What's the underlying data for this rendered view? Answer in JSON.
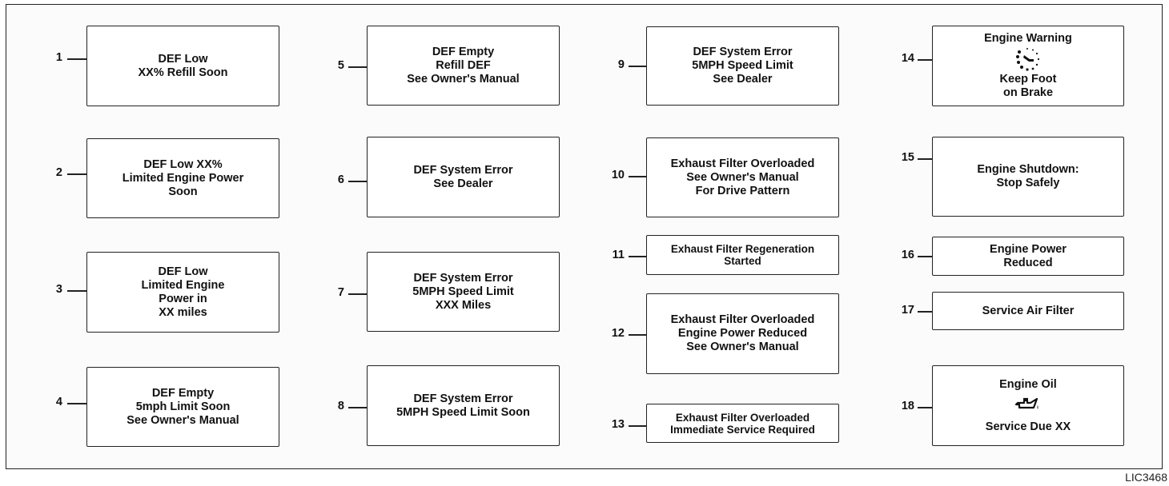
{
  "figure_code": "LIC3468",
  "messages": [
    {
      "num": "1",
      "lines": [
        "DEF Low",
        "XX% Refill Soon"
      ]
    },
    {
      "num": "2",
      "lines": [
        "DEF Low XX%",
        "Limited Engine Power",
        "Soon"
      ]
    },
    {
      "num": "3",
      "lines": [
        "DEF Low",
        "Limited Engine",
        "Power in",
        "XX miles"
      ]
    },
    {
      "num": "4",
      "lines": [
        "DEF Empty",
        "5mph Limit Soon",
        "See Owner's Manual"
      ]
    },
    {
      "num": "5",
      "lines": [
        "DEF Empty",
        "Refill DEF",
        "See Owner's Manual"
      ]
    },
    {
      "num": "6",
      "lines": [
        "DEF System Error",
        "See Dealer"
      ]
    },
    {
      "num": "7",
      "lines": [
        "DEF System Error",
        "5MPH Speed Limit",
        "XXX Miles"
      ]
    },
    {
      "num": "8",
      "lines": [
        "DEF System Error",
        "5MPH Speed Limit Soon"
      ]
    },
    {
      "num": "9",
      "lines": [
        "DEF System Error",
        "5MPH Speed Limit",
        "See Dealer"
      ]
    },
    {
      "num": "10",
      "lines": [
        "Exhaust Filter Overloaded",
        "See Owner's Manual",
        "For Drive Pattern"
      ]
    },
    {
      "num": "11",
      "lines": [
        "Exhaust Filter Regeneration",
        "Started"
      ]
    },
    {
      "num": "12",
      "lines": [
        "Exhaust Filter Overloaded",
        "Engine Power Reduced",
        "See Owner's Manual"
      ]
    },
    {
      "num": "13",
      "lines": [
        "Exhaust Filter Overloaded",
        "Immediate Service Required"
      ]
    },
    {
      "num": "14",
      "title": "Engine Warning",
      "icon": "brake-pedal-icon",
      "lines": [
        "Keep Foot",
        "on Brake"
      ]
    },
    {
      "num": "15",
      "lines": [
        "Engine Shutdown:",
        "Stop Safely"
      ]
    },
    {
      "num": "16",
      "lines": [
        "Engine Power",
        "Reduced"
      ]
    },
    {
      "num": "17",
      "lines": [
        "Service Air Filter"
      ]
    },
    {
      "num": "18",
      "title": "Engine Oil",
      "icon": "oil-can-icon",
      "lines": [
        "Service Due XX"
      ]
    }
  ]
}
